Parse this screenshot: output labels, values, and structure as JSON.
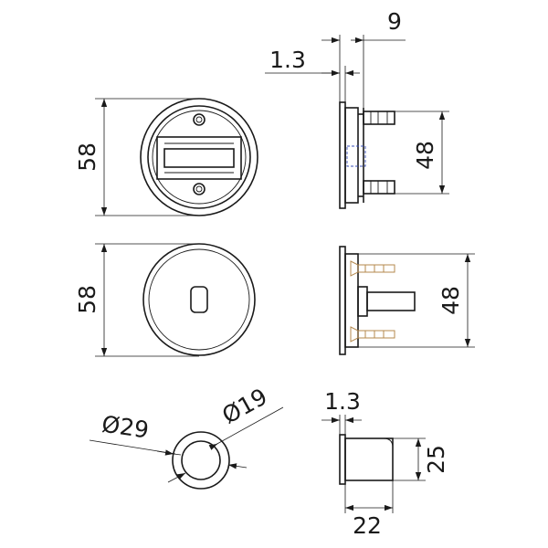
{
  "dimensions": {
    "top_front_height": "58",
    "top_side_height": "48",
    "top_side_offset": "9",
    "top_side_flange": "1.3",
    "middle_front_height": "58",
    "middle_side_height": "48",
    "cap_outer_diameter": "Ø29",
    "cap_inner_diameter": "Ø19",
    "cap_flange": "1.3",
    "cap_height": "25",
    "cap_depth": "22"
  },
  "colors": {
    "line": "#1a1a1a",
    "screw": "#b4894e",
    "hidden_line": "#3a4fb8"
  }
}
